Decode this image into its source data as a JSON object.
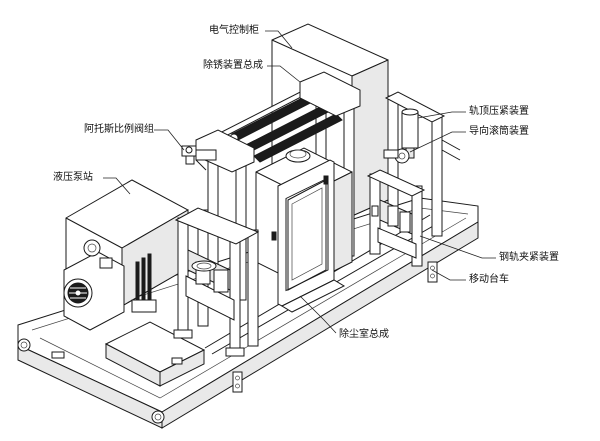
{
  "labels": {
    "electric_cabinet": "电气控制柜",
    "derust_assembly": "除锈装置总成",
    "proportional_valve": "阿托斯比例阀组",
    "hydraulic_station": "液压泵站",
    "rail_top_press": "轨顶压紧装置",
    "guide_roller": "导向滚筒装置",
    "rail_clamp": "钢轨夹紧装置",
    "mobile_trolley": "移动台车",
    "dust_chamber": "除尘室总成"
  },
  "colors": {
    "line": "#1a1a1a",
    "panel": "#e9e9e9",
    "shade": "#bdbdbd",
    "brush": "#1b1b1b"
  }
}
